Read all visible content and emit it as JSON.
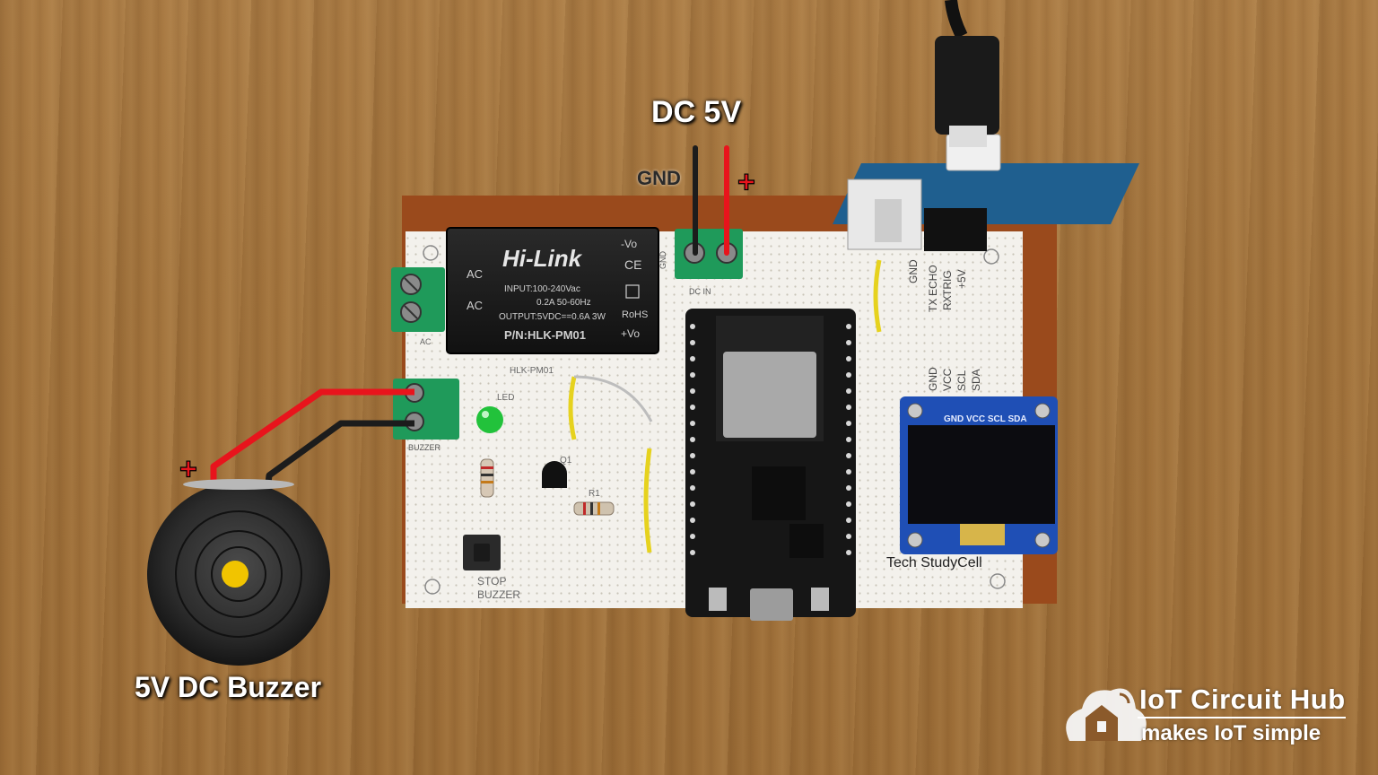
{
  "labels": {
    "dc5v": "DC 5V",
    "gnd": "GND",
    "buzzer_caption": "5V DC Buzzer",
    "plus_top": "+",
    "plus_left": "+"
  },
  "board": {
    "hlk_brand": "Hi-Link",
    "hlk_input": "INPUT:100-240Vac",
    "hlk_rating": "0.2A 50-60Hz",
    "hlk_output": "OUTPUT:5VDC==0.6A 3W",
    "hlk_pn": "P/N:HLK-PM01",
    "hlk_ac1": "AC",
    "hlk_ac2": "AC",
    "hlk_vo_minus": "-Vo",
    "hlk_vo_plus": "+Vo",
    "hlk_rohs": "RoHS",
    "hlk_ce": "CE",
    "silk_hlk": "HLK-PM01",
    "silk_led": "LED",
    "silk_q1": "Q1",
    "silk_r1": "R1",
    "silk_buzzer": "BUZZER",
    "silk_stop": "STOP",
    "silk_stop2": "BUZZER",
    "silk_dcin": "DC IN",
    "silk_gnd": "GND",
    "silk_ac": "AC",
    "sensor_pins": [
      "GND",
      "ECHO",
      "TRIG",
      "+5V"
    ],
    "sensor_pins2": [
      "TX",
      "RX"
    ],
    "oled_pins_silk": [
      "GND",
      "VCC",
      "SCL",
      "SDA"
    ],
    "oled_header": "GND VCC SCL SDA",
    "credit": "Tech StudyCell"
  },
  "brand": {
    "title": "IoT Circuit Hub",
    "tagline": "makes IoT simple"
  },
  "colors": {
    "wire_red": "#e8141c",
    "wire_black": "#1c1c1c",
    "terminal_green": "#1f9a5a",
    "esp_board": "#161616",
    "oled_blue": "#1f4fb5",
    "pcb_brown": "#9a4a1c"
  }
}
